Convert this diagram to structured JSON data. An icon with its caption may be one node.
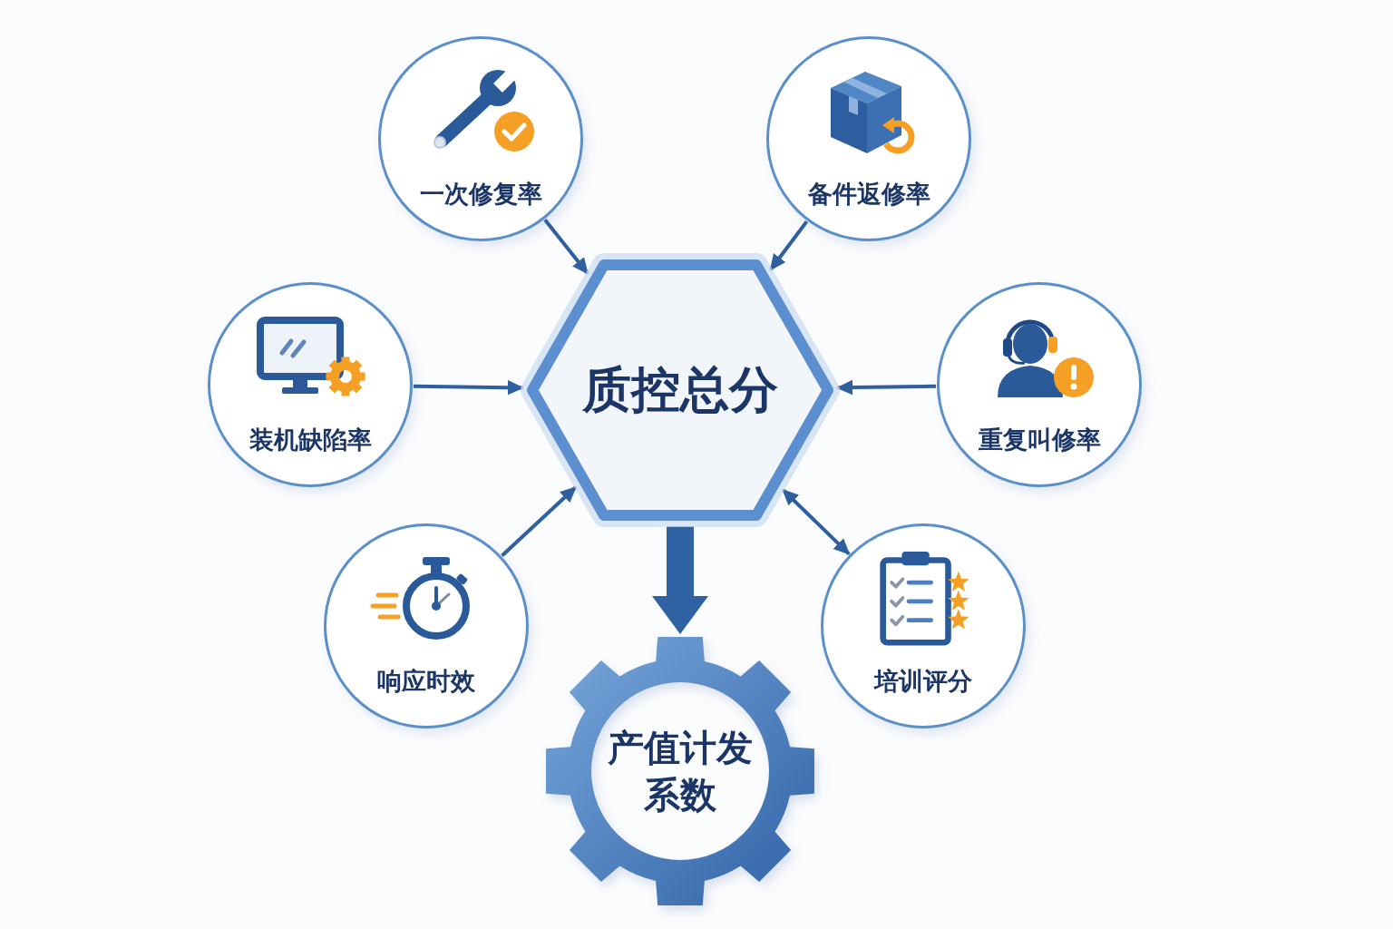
{
  "diagram": {
    "nodes": [
      {
        "text": [
          "一次修复率"
        ]
      },
      {
        "text": [
          "备件返修率"
        ]
      },
      {
        "text": [
          "装机缺陷率"
        ]
      },
      {
        "text": [
          "质控总分"
        ]
      },
      {
        "text": [
          "重复叫修率"
        ]
      },
      {
        "text": [
          "响应时效"
        ]
      },
      {
        "text": [
          "培训评分"
        ]
      },
      {
        "text": [
          "产值计发系数"
        ]
      }
    ],
    "edges": [
      {
        "from": 0,
        "to": 3,
        "arrow": "to"
      },
      {
        "from": 1,
        "to": 3,
        "arrow": "to"
      },
      {
        "from": 2,
        "to": 3,
        "arrow": "to"
      },
      {
        "from": 4,
        "to": 3,
        "arrow": "to"
      },
      {
        "from": 5,
        "to": 3,
        "arrow": "to"
      },
      {
        "from": 6,
        "to": 3,
        "arrow": "both"
      },
      {
        "from": 3,
        "to": 7,
        "arrow": "to",
        "style": "thick"
      }
    ]
  }
}
